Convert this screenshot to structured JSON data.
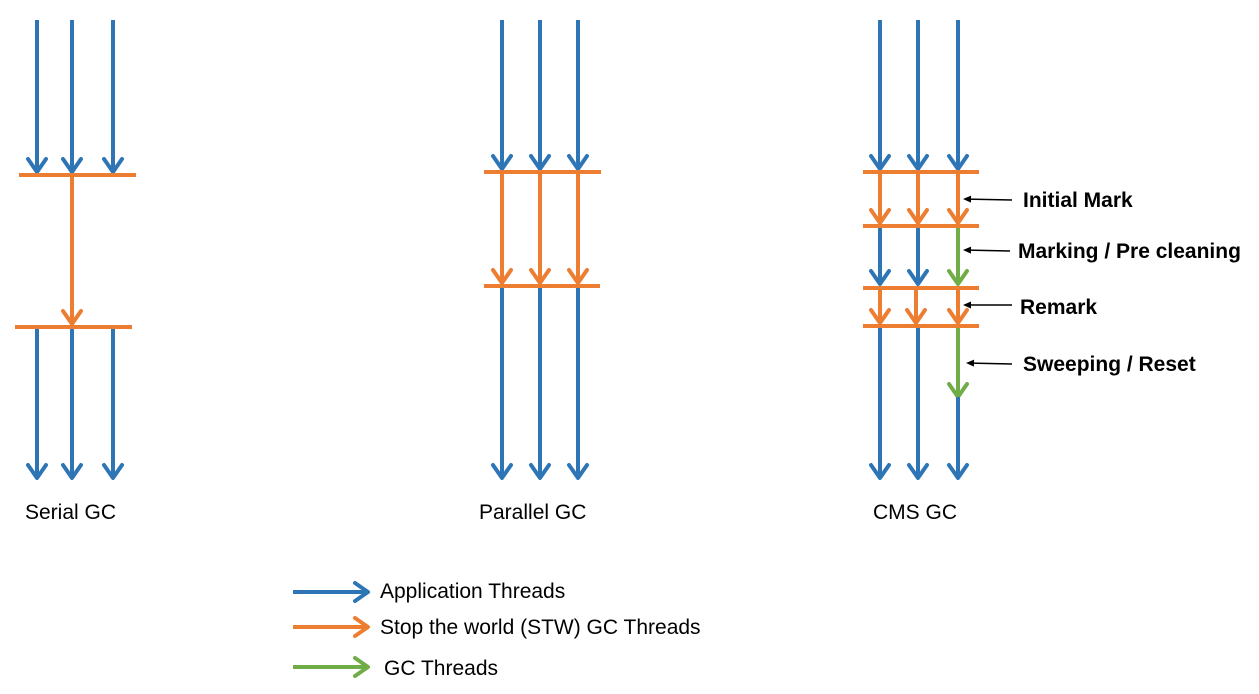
{
  "colors": {
    "application": "#2E75B6",
    "stw": "#ED7D31",
    "gc": "#70AD47",
    "pointer": "#000000"
  },
  "diagrams": {
    "serial": {
      "caption": "Serial GC"
    },
    "parallel": {
      "caption": "Parallel GC"
    },
    "cms": {
      "caption": "CMS GC",
      "phases": {
        "initial_mark": "Initial Mark",
        "marking": "Marking / Pre cleaning",
        "remark": "Remark",
        "sweeping": "Sweeping / Reset"
      }
    }
  },
  "legend": {
    "application": "Application Threads",
    "stw": "Stop the world (STW) GC Threads",
    "gc": "GC Threads"
  }
}
